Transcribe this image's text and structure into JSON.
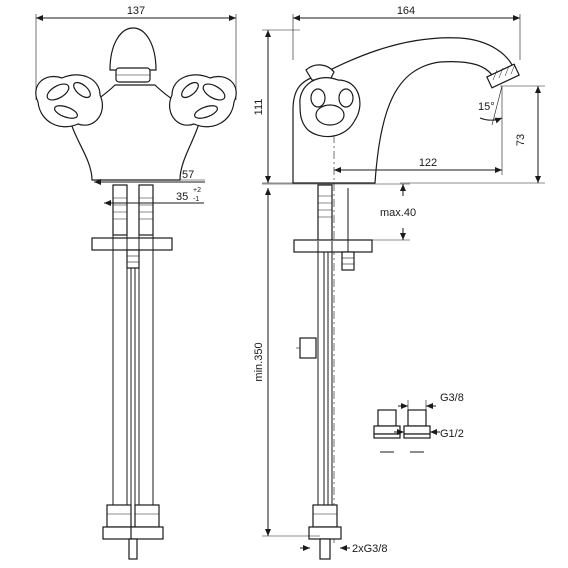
{
  "dimensions": {
    "front_width": "137",
    "side_width": "164",
    "height": "111",
    "spout_height": "73",
    "spout_reach": "122",
    "angle": "15°",
    "max_thickness": "max.40",
    "hole_diameter": "57",
    "shank_spacing": "35",
    "shank_tol_upper": "+2",
    "shank_tol_lower": "-1",
    "min_hose_length": "min.350",
    "connector_thread": "2xG3/8"
  },
  "adapters": {
    "thread_a": "G3/8",
    "thread_b": "G1/2"
  }
}
